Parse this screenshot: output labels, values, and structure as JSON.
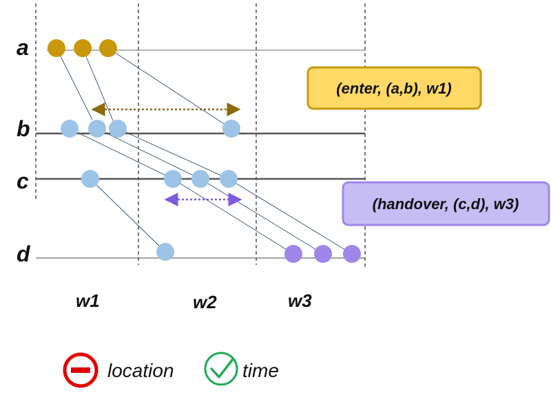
{
  "rows": {
    "a": "a",
    "b": "b",
    "c": "c",
    "d": "d"
  },
  "windows": {
    "w1": "w1",
    "w2": "w2",
    "w3": "w3"
  },
  "annotations": {
    "enter": "(enter, (a,b), w1)",
    "handover": "(handover, (c,d), w3)"
  },
  "legend": {
    "location": "location",
    "time": "time",
    "location_icon": "minus-circle-icon",
    "time_icon": "check-circle-icon"
  },
  "colors": {
    "gold": "#C9970C",
    "blue": "#9DC3E6",
    "purple": "#9F86E8",
    "enter_box_fill": "#FFD966",
    "enter_box_border": "#C9970C",
    "handover_box_fill": "#C5BDF4",
    "handover_box_border": "#9F86E8",
    "location_red": "#E00000",
    "time_green": "#22AA55"
  }
}
